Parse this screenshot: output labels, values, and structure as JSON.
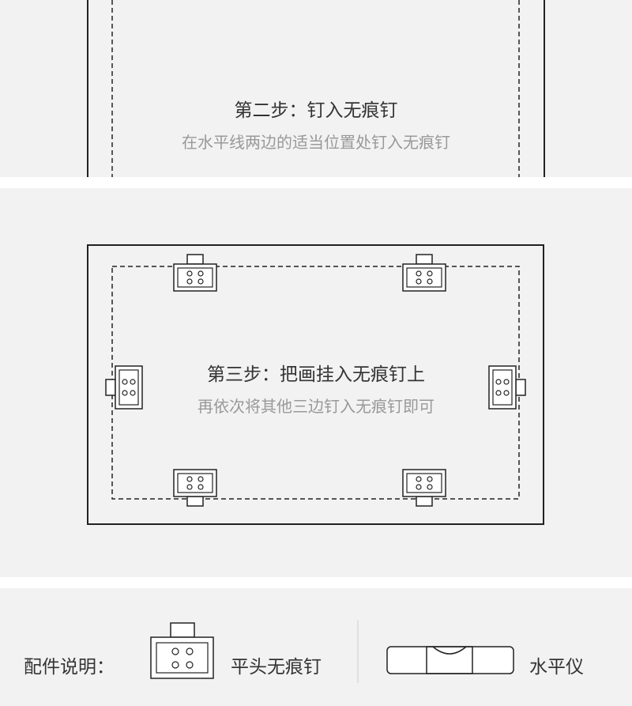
{
  "colors": {
    "line": "#222222",
    "background": "#f2f2f2",
    "title": "#333333",
    "description": "#999999"
  },
  "step2": {
    "title": "第二步：钉入无痕钉",
    "description": "在水平线两边的适当位置处钉入无痕钉"
  },
  "step3": {
    "title": "第三步：把画挂入无痕钉上",
    "description": "再依次将其他三边钉入无痕钉即可"
  },
  "legend": {
    "heading": "配件说明：",
    "items": [
      {
        "icon": "flat-head-nail-icon",
        "label": "平头无痕钉"
      },
      {
        "icon": "spirit-level-icon",
        "label": "水平仪"
      }
    ]
  }
}
